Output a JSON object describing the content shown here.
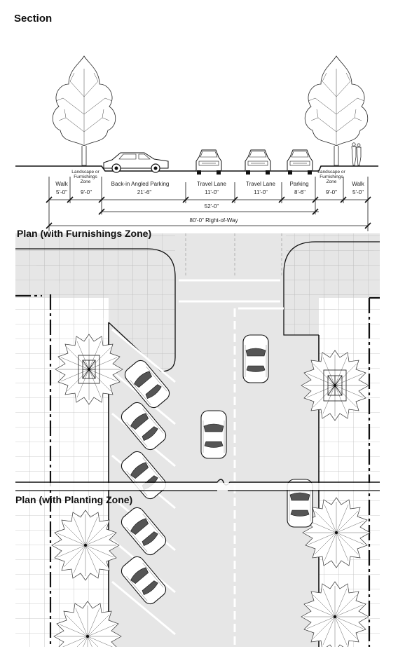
{
  "titles": {
    "section": "Section",
    "plan_furnishings": "Plan (with Furnishings Zone)",
    "plan_planting": "Plan (with Planting Zone)"
  },
  "zones": [
    {
      "label": "Walk",
      "dim": "5'-0\""
    },
    {
      "label": "Landscape or Furnishings Zone",
      "dim": "9'-0\""
    },
    {
      "label": "Back-in Angled Parking",
      "dim": "21'-6\""
    },
    {
      "label": "Travel Lane",
      "dim": "11'-0\""
    },
    {
      "label": "Travel Lane",
      "dim": "11'-0\""
    },
    {
      "label": "Parking",
      "dim": "8'-6\""
    },
    {
      "label": "Landscape or Furnishings Zone",
      "dim": "9'-0\""
    },
    {
      "label": "Walk",
      "dim": "5'-0\""
    }
  ],
  "overall": {
    "curb_to_curb": "52'-0\"",
    "right_of_way": "80'-0\" Right-of-Way"
  },
  "colors": {
    "line": "#000000",
    "pavement": "#e6e6e6",
    "sidewalk": "#ffffff",
    "grid": "#bdbdbd"
  }
}
